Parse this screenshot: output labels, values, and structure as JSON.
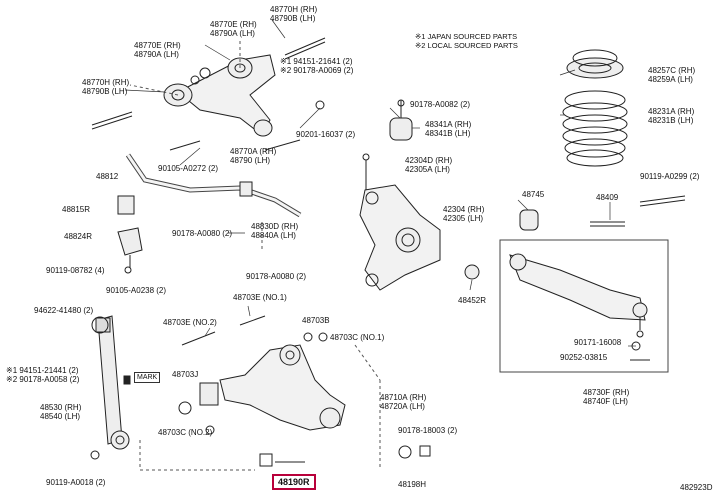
{
  "notes": [
    "※1 JAPAN SOURCED PARTS",
    "※2 LOCAL SOURCED PARTS"
  ],
  "diagram_id": "482923D",
  "highlighted_part": "48190R",
  "labels": {
    "p48770H": [
      "48770H (RH)",
      "48790B (LH)"
    ],
    "p48770E_top": [
      "48770E (RH)",
      "48790A (LH)"
    ],
    "p48770E_left": [
      "48770E (RH)",
      "48790A (LH)"
    ],
    "p48770H_left": [
      "48770H (RH)",
      "48790B (LH)"
    ],
    "pBolt1": [
      "※1 94151-21641 (2)",
      "※2 90178-A0069 (2)"
    ],
    "p90201": [
      "90201-16037 (2)"
    ],
    "p48770A": [
      "48770A (RH)",
      "48790 (LH)"
    ],
    "p90105_top": [
      "90105-A0272 (2)"
    ],
    "p48812": [
      "48812"
    ],
    "p48815R": [
      "48815R"
    ],
    "p48824R": [
      "48824R"
    ],
    "p90119_left": [
      "90119-08782 (4)"
    ],
    "p48830D": [
      "48830D (RH)",
      "48840A (LH)"
    ],
    "p90178_mid": [
      "90178-A0080 (2)"
    ],
    "p90178_mid2": [
      "90178-A0080 (2)"
    ],
    "p90178_082": [
      "90178-A0082 (2)"
    ],
    "p48341A": [
      "48341A (RH)",
      "48341B (LH)"
    ],
    "p42304D": [
      "42304D (RH)",
      "42305A (LH)"
    ],
    "p42304": [
      "42304 (RH)",
      "42305 (LH)"
    ],
    "p48257C": [
      "48257C (RH)",
      "48259A (LH)"
    ],
    "p48231A": [
      "48231A (RH)",
      "48231B (LH)"
    ],
    "p90119_right": [
      "90119-A0299 (2)"
    ],
    "p48745": [
      "48745"
    ],
    "p48409": [
      "48409"
    ],
    "p48452R": [
      "48452R"
    ],
    "p90105_mid": [
      "90105-A0238 (2)"
    ],
    "p94622": [
      "94622-41480 (2)"
    ],
    "pBolt2": [
      "※1 94151-21441 (2)",
      "※2 90178-A0058 (2)"
    ],
    "p48530": [
      "48530 (RH)",
      "48540 (LH)"
    ],
    "p90119_bottom": [
      "90119-A0018 (2)"
    ],
    "p48703E_no1": [
      "48703E (NO.1)"
    ],
    "p48703E_no2": [
      "48703E (NO.2)"
    ],
    "p48703B": [
      "48703B"
    ],
    "p48703C_no1": [
      "48703C (NO.1)"
    ],
    "p48703J": [
      "48703J"
    ],
    "p48703C_no2": [
      "48703C (NO.2)"
    ],
    "p48710A": [
      "48710A (RH)",
      "48720A (LH)"
    ],
    "p90178_18003": [
      "90178-18003 (2)"
    ],
    "p48198H": [
      "48198H"
    ],
    "p90171": [
      "90171-16008"
    ],
    "p90252": [
      "90252-03815"
    ],
    "p48730F": [
      "48730F (RH)",
      "48740F (LH)"
    ],
    "mark": "MARK"
  }
}
